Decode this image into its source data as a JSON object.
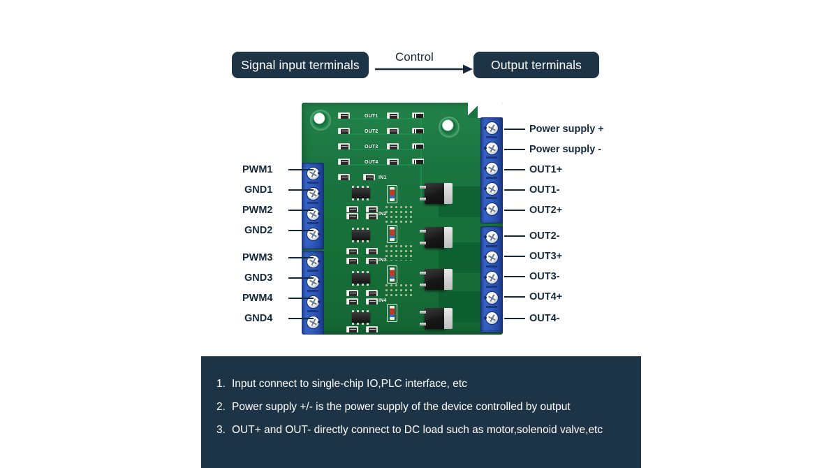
{
  "header": {
    "input_box": "Signal input terminals",
    "control_label": "Control",
    "output_box": "Output terminals",
    "box_color": "#1d3447",
    "arrow_color": "#14293c"
  },
  "board": {
    "silkscreen": {
      "out1": "OUT1",
      "out2": "OUT2",
      "out3": "OUT3",
      "out4": "OUT4",
      "in1": "IN1",
      "in2": "IN2",
      "in3": "IN3",
      "in4": "IN4"
    },
    "pcb_color": "#1a7441",
    "terminal_color": "#2f58bb"
  },
  "left_labels": [
    {
      "text": "PWM1"
    },
    {
      "text": "GND1"
    },
    {
      "text": "PWM2"
    },
    {
      "text": "GND2"
    },
    {
      "text": "PWM3"
    },
    {
      "text": "GND3"
    },
    {
      "text": "PWM4"
    },
    {
      "text": "GND4"
    }
  ],
  "right_labels": [
    {
      "text": "Power supply +"
    },
    {
      "text": "Power supply -"
    },
    {
      "text": "OUT1+"
    },
    {
      "text": "OUT1-"
    },
    {
      "text": "OUT2+"
    },
    {
      "text": "OUT2-"
    },
    {
      "text": "OUT3+"
    },
    {
      "text": "OUT3-"
    },
    {
      "text": "OUT4+"
    },
    {
      "text": "OUT4-"
    }
  ],
  "notes": [
    {
      "num": "1.",
      "text": "Input connect to single-chip IO,PLC interface, etc"
    },
    {
      "num": "2.",
      "text": "Power supply +/- is the power supply of the device controlled by output"
    },
    {
      "num": "3.",
      "text": "OUT+ and OUT- directly connect to DC load such as motor,solenoid valve,etc"
    }
  ]
}
